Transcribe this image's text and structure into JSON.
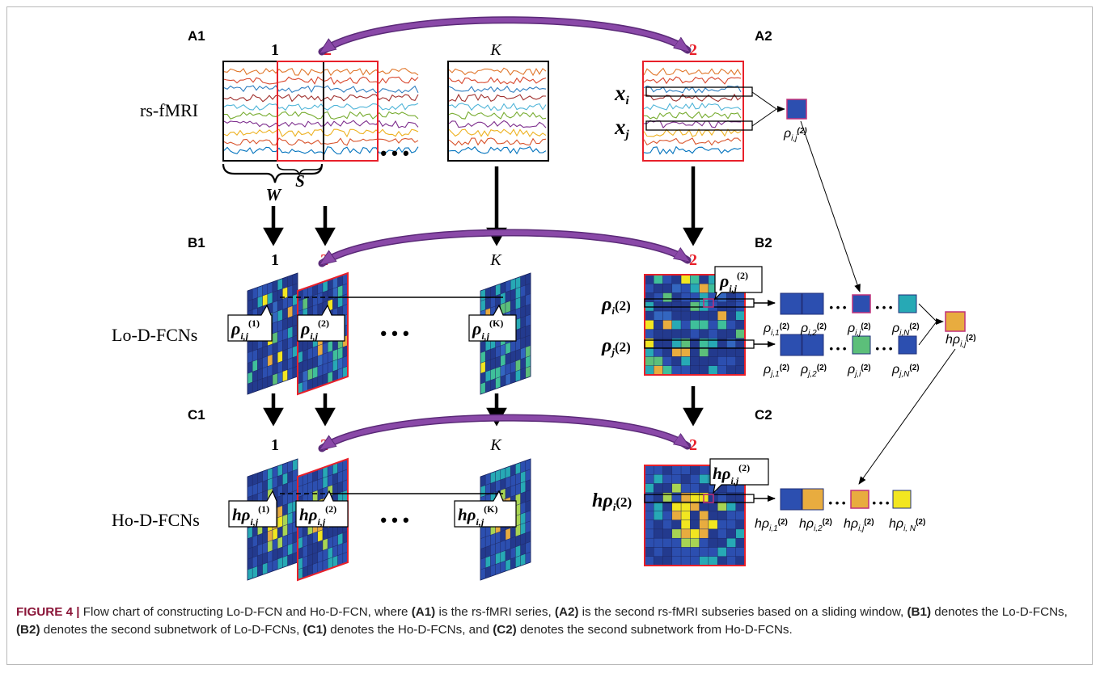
{
  "panels": {
    "a1": "A1",
    "a2": "A2",
    "b1": "B1",
    "b2": "B2",
    "c1": "C1",
    "c2": "C2"
  },
  "rows": {
    "a": "rs-fMRI",
    "b": "Lo-D-FCNs",
    "c": "Ho-D-FCNs"
  },
  "windows": {
    "first": "1",
    "second": "2",
    "last": "K",
    "ellipsis": "• • •"
  },
  "params": {
    "w": "W",
    "s": "S"
  },
  "a2": {
    "xi_base": "x",
    "xi_sub": "i",
    "xj_base": "x",
    "xj_sub": "j",
    "rho_base": "ρ",
    "rho_sub": "i,j",
    "rho_sup": "(2)"
  },
  "b1": {
    "c1_base": "ρ",
    "c1_sub": "i,j",
    "c1_sup": "(1)",
    "c2_base": "ρ",
    "c2_sub": "i,j",
    "c2_sup": "(2)",
    "ck_base": "ρ",
    "ck_sub": "i,j",
    "ck_sup": "(K)"
  },
  "b2": {
    "callout_base": "ρ",
    "callout_sub": "i,j",
    "callout_sup": "(2)",
    "row_i_base": "ρ",
    "row_i_sub": "i",
    "row_i_sup": "(2)",
    "row_j_base": "ρ",
    "row_j_sub": "j",
    "row_j_sup": "(2)",
    "vec_i": [
      "ρ",
      "ρ",
      "ρ",
      "ρ"
    ],
    "vec_i_sub": [
      "i,1",
      "i,2",
      "i,j",
      "i,N"
    ],
    "vec_j_sub": [
      "j,1",
      "j,2",
      "j,i",
      "j,N"
    ],
    "vec_sup": "(2)",
    "hrho_base": "hρ",
    "hrho_sub": "i,j",
    "hrho_sup": "(2)"
  },
  "c1": {
    "c1_base": "hρ",
    "c1_sub": "i,j",
    "c1_sup": "(1)",
    "c2_base": "hρ",
    "c2_sub": "i,j",
    "c2_sup": "(2)",
    "ck_base": "hρ",
    "ck_sub": "i,j",
    "ck_sup": "(K)"
  },
  "c2": {
    "callout_base": "hρ",
    "callout_sub": "i,j",
    "callout_sup": "(2)",
    "row_base": "hρ",
    "row_sub": "i",
    "row_sup": "(2)",
    "vec_sub": [
      "i,1",
      "i,2",
      "i,j",
      "i, N"
    ],
    "vec_sup": "(2)"
  },
  "caption": {
    "title": "FIGURE 4 |",
    "t1": " Flow chart of constructing Lo-D-FCN and Ho-D-FCN, where ",
    "r1": "(A1)",
    "t2": " is the rs-fMRI series, ",
    "r2": "(A2)",
    "t3": " is the second rs-fMRI subseries based on a sliding window, ",
    "r3": "(B1)",
    "t4": " denotes the Lo-D-FCNs, ",
    "r4": "(B2)",
    "t5": " denotes the second subnetwork of Lo-D-FCNs, ",
    "r5": "(C1)",
    "t6": " denotes the Ho-D-FCNs, and ",
    "r6": "(C2)",
    "t7": " denotes the second subnetwork from Ho-D-FCNs."
  },
  "colors": {
    "arc": "#7a3b9a",
    "window_red": "#e8202a",
    "black": "#000000",
    "dark_blue": "#2c3fa0",
    "teal": "#27a9b5",
    "green": "#5cbf7a",
    "yellow": "#f2e620",
    "orange": "#e8ac3f"
  }
}
